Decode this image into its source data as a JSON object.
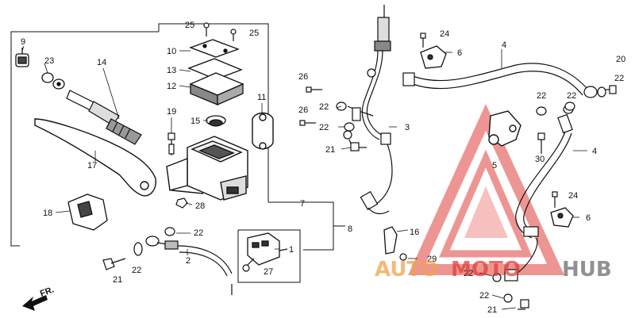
{
  "labels": {
    "p1": "1",
    "p2": "2",
    "p3": "3",
    "p4a": "4",
    "p4b": "4",
    "p5": "5",
    "p6a": "6",
    "p6b": "6",
    "p7": "7",
    "p8": "8",
    "p9": "9",
    "p10": "10",
    "p11": "11",
    "p12": "12",
    "p13": "13",
    "p14": "14",
    "p15": "15",
    "p16": "16",
    "p17": "17",
    "p18": "18",
    "p19": "19",
    "p20": "20",
    "p21a": "21",
    "p21b": "21",
    "p21c": "21",
    "p22a": "22",
    "p22b": "22",
    "p22c": "22",
    "p22d": "22",
    "p22e": "22",
    "p22f": "22",
    "p22g": "22",
    "p22h": "22",
    "p23": "23",
    "p24a": "24",
    "p24b": "24",
    "p25a": "25",
    "p25b": "25",
    "p26a": "26",
    "p26b": "26",
    "p27": "27",
    "p28": "28",
    "p29": "29",
    "p30": "30"
  },
  "front_arrow": "FR.",
  "watermark": {
    "part1": "AUTO",
    "part2": "MOTO",
    "part3": "HUB"
  },
  "colors": {
    "ink": "#111111",
    "wm_red": "#e0403a",
    "wm_orange": "#f2a24a",
    "wm_gray": "#6d6d6d"
  }
}
